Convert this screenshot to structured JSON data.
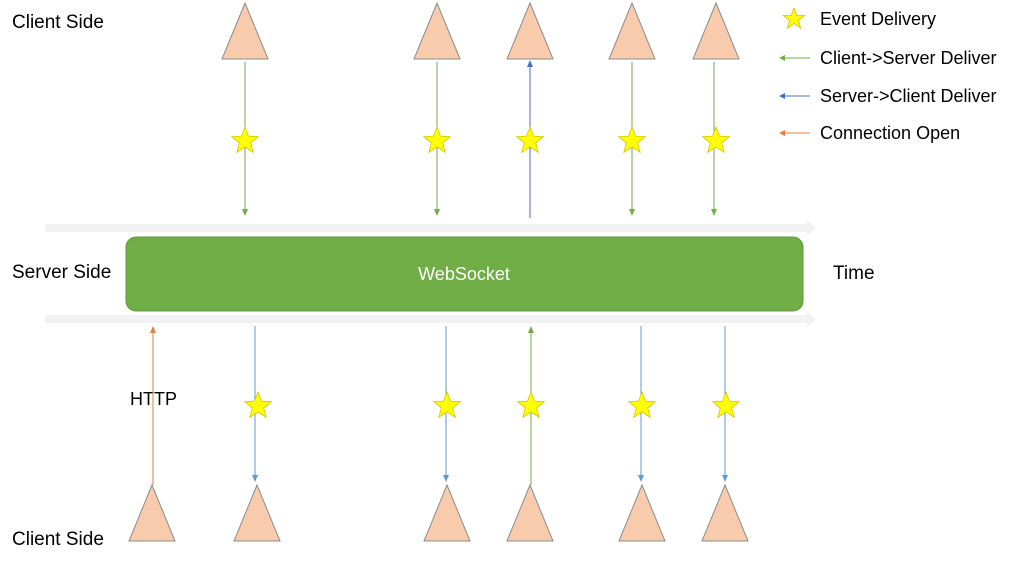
{
  "labels": {
    "client_side_top": "Client Side",
    "server_side": "Server Side",
    "client_side_bottom": "Client Side",
    "time": "Time",
    "websocket": "WebSocket",
    "http": "HTTP"
  },
  "legend": [
    {
      "label": "Event Delivery",
      "icon": "star-icon",
      "color": "#ffff00"
    },
    {
      "label": "Client->Server Deliver",
      "icon": "arrow-left-icon",
      "color": "#70ad47"
    },
    {
      "label": "Server->Client Deliver",
      "icon": "arrow-left-icon",
      "color": "#4472c4"
    },
    {
      "label": "Connection Open",
      "icon": "arrow-left-icon",
      "color": "#ed7d31"
    }
  ],
  "colors": {
    "websocket_bar": "#70ad47",
    "client_node": "#f8cbad",
    "client_to_server": "#70ad47",
    "server_to_client": "#4472c4",
    "connection_open": "#ed7d31",
    "event_star": "#ffff00"
  }
}
